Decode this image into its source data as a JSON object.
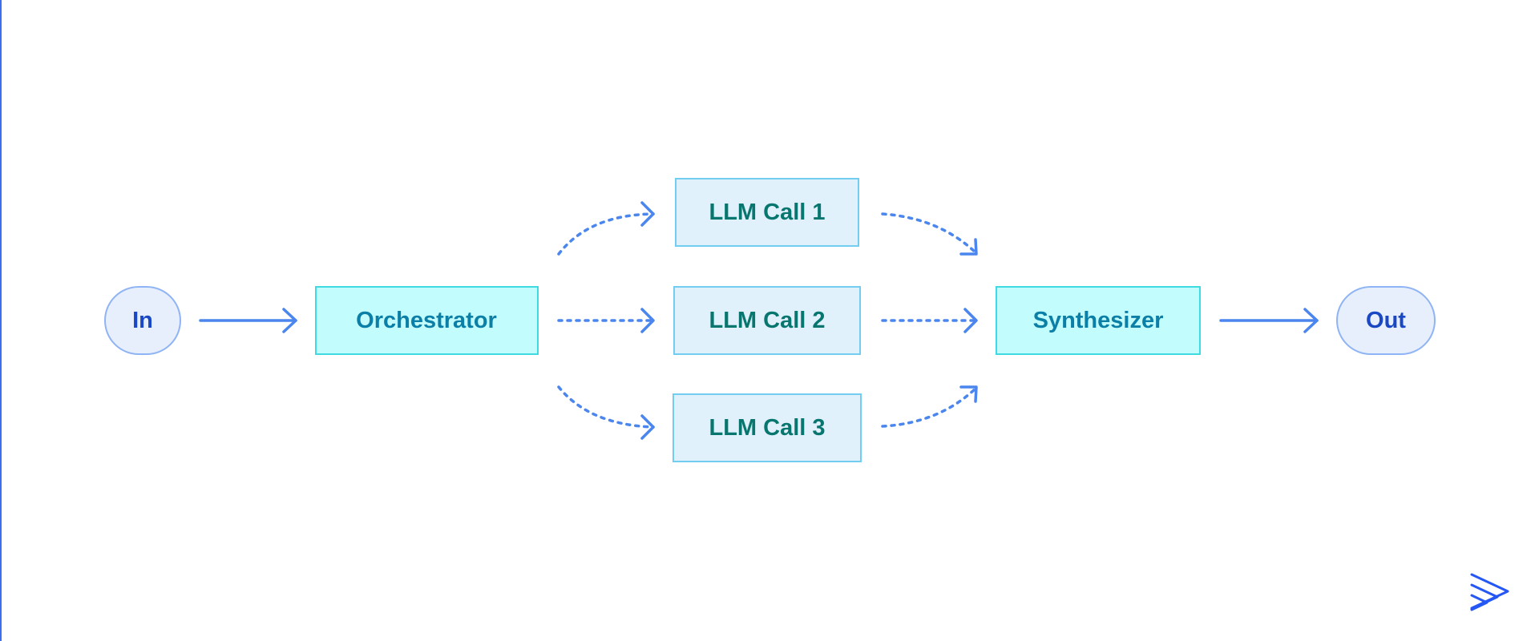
{
  "colors": {
    "arrow": "#4a86ee",
    "terminal_fill": "#e8effc",
    "terminal_stroke": "#8fb4f5",
    "terminal_text": "#1a48c4",
    "process_fill": "#c3fcfd",
    "process_stroke": "#3fdbe3",
    "process_text": "#0c7fa7",
    "llm_fill": "#e1f1fc",
    "llm_stroke": "#72cef0",
    "llm_text": "#07766e",
    "accent_rule": "#3b6ff0",
    "logo": "#2457f5"
  },
  "nodes": {
    "input": {
      "label": "In",
      "kind": "terminal"
    },
    "orchestrator": {
      "label": "Orchestrator",
      "kind": "process"
    },
    "llm_call_1": {
      "label": "LLM Call 1",
      "kind": "llm"
    },
    "llm_call_2": {
      "label": "LLM Call 2",
      "kind": "llm"
    },
    "llm_call_3": {
      "label": "LLM Call 3",
      "kind": "llm"
    },
    "synthesizer": {
      "label": "Synthesizer",
      "kind": "process"
    },
    "output": {
      "label": "Out",
      "kind": "terminal"
    }
  },
  "edges": [
    {
      "from": "input",
      "to": "orchestrator",
      "style": "solid"
    },
    {
      "from": "orchestrator",
      "to": "llm_call_1",
      "style": "dotted"
    },
    {
      "from": "orchestrator",
      "to": "llm_call_2",
      "style": "dotted"
    },
    {
      "from": "orchestrator",
      "to": "llm_call_3",
      "style": "dotted"
    },
    {
      "from": "llm_call_1",
      "to": "synthesizer",
      "style": "dotted"
    },
    {
      "from": "llm_call_2",
      "to": "synthesizer",
      "style": "dotted"
    },
    {
      "from": "llm_call_3",
      "to": "synthesizer",
      "style": "dotted"
    },
    {
      "from": "synthesizer",
      "to": "output",
      "style": "solid"
    }
  ],
  "icons": {
    "logo": "stacked-chevrons-logo-icon"
  }
}
